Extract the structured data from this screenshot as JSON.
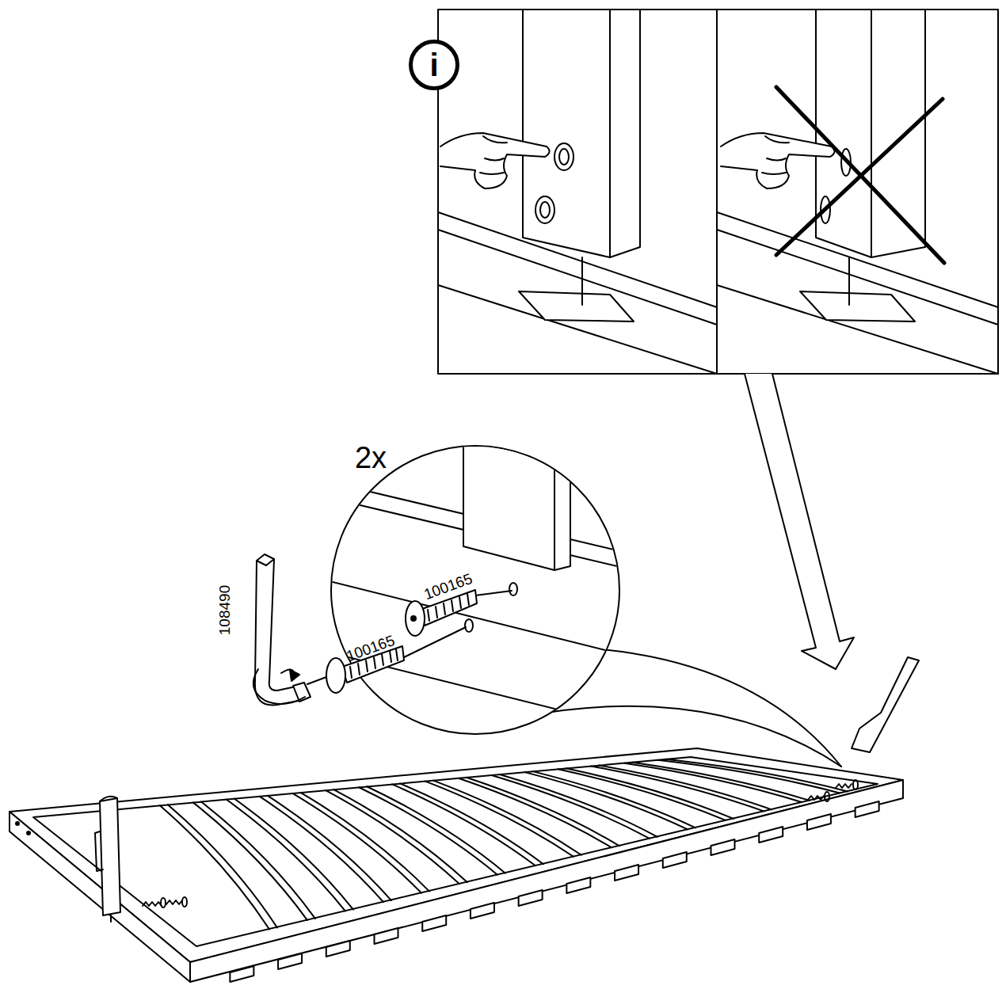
{
  "diagram": {
    "nodes": [
      {
        "text": [
          "i"
        ]
      }
    ],
    "labels": [
      "2x",
      "100165",
      "100165",
      "108490"
    ]
  }
}
